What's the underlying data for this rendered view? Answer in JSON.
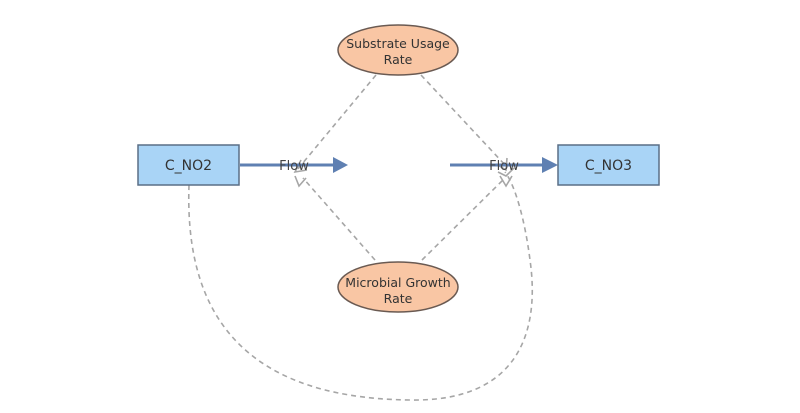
{
  "diagram": {
    "stocks": {
      "left": {
        "label": "C_NO2"
      },
      "right": {
        "label": "C_NO3"
      }
    },
    "variables": {
      "substrate": {
        "line1": "Substrate Usage",
        "line2": "Rate"
      },
      "growth": {
        "line1": "Microbial Growth",
        "line2": "Rate"
      }
    },
    "flows": {
      "left": {
        "label": "Flow"
      },
      "right": {
        "label": "Flow"
      }
    },
    "colors": {
      "stock_fill": "#a9d4f6",
      "variable_fill": "#f9c6a4",
      "flow": "#5f80b2",
      "link": "#a6a6a6"
    }
  }
}
